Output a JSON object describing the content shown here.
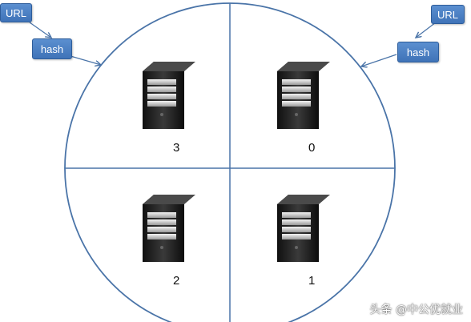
{
  "left": {
    "url_label": "URL",
    "hash_label": "hash"
  },
  "right": {
    "url_label": "URL",
    "hash_label": "hash"
  },
  "servers": [
    {
      "id": "server-3",
      "label": "3"
    },
    {
      "id": "server-0",
      "label": "0"
    },
    {
      "id": "server-2",
      "label": "2"
    },
    {
      "id": "server-1",
      "label": "1"
    }
  ],
  "watermark": "头条 @中公优就业",
  "colors": {
    "circle": "#4a74a8",
    "box": "#4a7fc1"
  },
  "icons": {
    "server": "server-tower-icon",
    "arrow": "arrow-icon"
  }
}
